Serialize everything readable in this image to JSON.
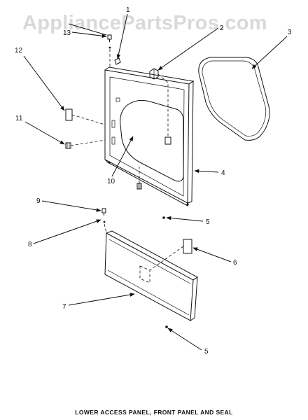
{
  "watermark": "AppliancePartsPros.com",
  "caption": "LOWER ACCESS PANEL, FRONT PANEL AND SEAL",
  "callouts": {
    "c1": "1",
    "c2": "2",
    "c3": "3",
    "c4": "4",
    "c5a": "5",
    "c5b": "5",
    "c6": "6",
    "c7": "7",
    "c8": "8",
    "c9": "9",
    "c10": "10",
    "c11": "11",
    "c12": "12",
    "c13": "13"
  }
}
